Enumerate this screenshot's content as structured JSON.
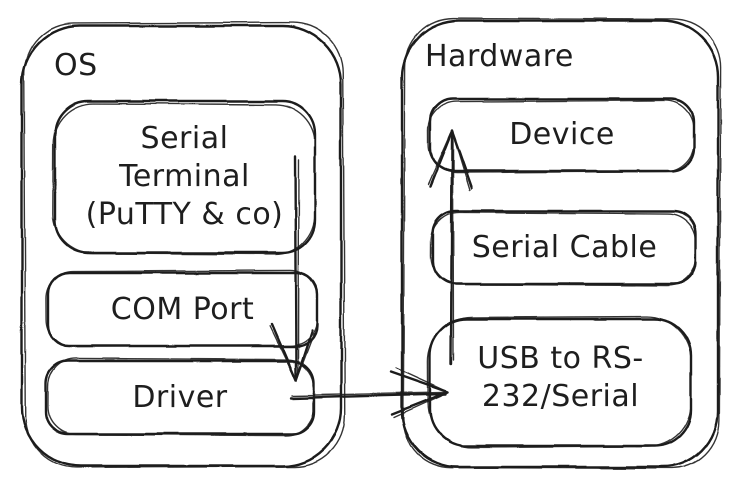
{
  "canvas": {
    "background_color": "#ffffff",
    "stroke_color": "#1e1e1e",
    "text_color": "#1e1e1e",
    "style": "hand-drawn-sketch"
  },
  "os": {
    "label": "OS",
    "nodes": {
      "serial_terminal": {
        "label": "Serial Terminal (PuTTY & co)",
        "lines": [
          "Serial",
          "Terminal",
          "(PuTTY & co)"
        ]
      },
      "com_port": {
        "label": "COM Port"
      },
      "driver": {
        "label": "Driver"
      }
    }
  },
  "hardware": {
    "label": "Hardware",
    "nodes": {
      "device": {
        "label": "Device"
      },
      "serial_cable": {
        "label": "Serial Cable"
      },
      "usb_adapter": {
        "label": "USB to RS-232/Serial",
        "lines": [
          "USB to RS-",
          "232/Serial"
        ]
      }
    }
  },
  "edges": [
    {
      "from": "Serial Terminal (PuTTY & co)",
      "to": "Driver",
      "direction": "down"
    },
    {
      "from": "Driver",
      "to": "USB to RS-232/Serial",
      "direction": "right"
    },
    {
      "from": "USB to RS-232/Serial",
      "to": "Device",
      "direction": "up"
    }
  ]
}
